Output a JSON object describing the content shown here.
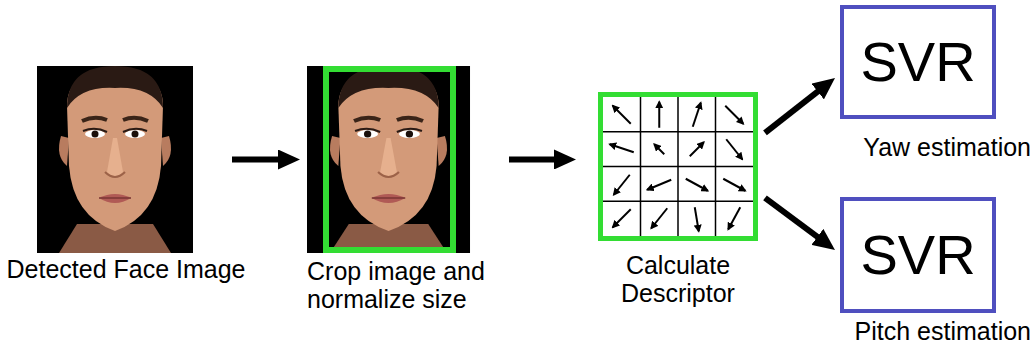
{
  "diagram": {
    "nodes": [
      {
        "text": [
          "Detected Face Image"
        ]
      },
      {
        "text": [
          "Crop image and normalize size"
        ]
      },
      {
        "text": [
          "Calculate Descriptor"
        ]
      },
      {
        "text": [
          "SVR",
          "Yaw estimation"
        ]
      },
      {
        "text": [
          "SVR",
          "Pitch estimation"
        ]
      }
    ],
    "edges": [
      {
        "from": 0,
        "to": 1,
        "arrow": "to"
      },
      {
        "from": 1,
        "to": 2,
        "arrow": "to"
      },
      {
        "from": 2,
        "to": 3,
        "arrow": "to"
      },
      {
        "from": 2,
        "to": 4,
        "arrow": "to"
      }
    ]
  }
}
